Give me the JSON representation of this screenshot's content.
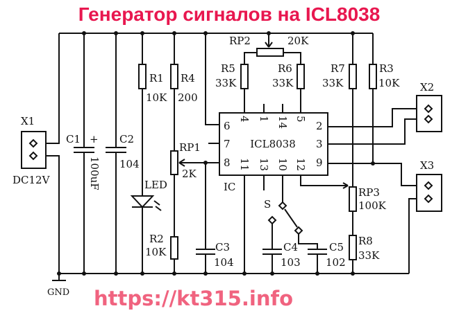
{
  "title": "Генератор сигналов на ICL8038",
  "url": "https://kt315.info",
  "colors": {
    "title": "#e8174f",
    "url": "#f0637f",
    "wire": "#111111"
  },
  "components": {
    "X1": {
      "ref": "X1",
      "value": "DC12V"
    },
    "C1": {
      "ref": "C1",
      "value": "100uF",
      "polarity": "+"
    },
    "C2": {
      "ref": "C2",
      "value": "104"
    },
    "R1": {
      "ref": "R1",
      "value": "10K"
    },
    "R4": {
      "ref": "R4",
      "value": "200"
    },
    "RP1": {
      "ref": "RP1",
      "value": "2K"
    },
    "LED": {
      "ref": "LED"
    },
    "R2": {
      "ref": "R2",
      "value": "10K"
    },
    "C3": {
      "ref": "C3",
      "value": "104"
    },
    "RP2": {
      "ref": "RP2",
      "value": "20K"
    },
    "R5": {
      "ref": "R5",
      "value": "33K"
    },
    "R6": {
      "ref": "R6",
      "value": "33K"
    },
    "R7": {
      "ref": "R7",
      "value": "33K"
    },
    "R3": {
      "ref": "R3",
      "value": "10K"
    },
    "IC": {
      "ref": "IC",
      "part": "ICL8038",
      "pins": {
        "p6": "6",
        "p7": "7",
        "p8": "8",
        "p4": "4",
        "p1": "1",
        "p14": "14",
        "p5": "5",
        "p2": "2",
        "p3": "3",
        "p9": "9",
        "p11": "11",
        "p13": "13",
        "p10": "10",
        "p12": "12"
      }
    },
    "S": {
      "ref": "S"
    },
    "C4": {
      "ref": "C4",
      "value": "103"
    },
    "C5": {
      "ref": "C5",
      "value": "102"
    },
    "RP3": {
      "ref": "RP3",
      "value": "100K"
    },
    "R8": {
      "ref": "R8",
      "value": "33K"
    },
    "X2": {
      "ref": "X2"
    },
    "X3": {
      "ref": "X3"
    },
    "GND": {
      "ref": "GND"
    }
  }
}
